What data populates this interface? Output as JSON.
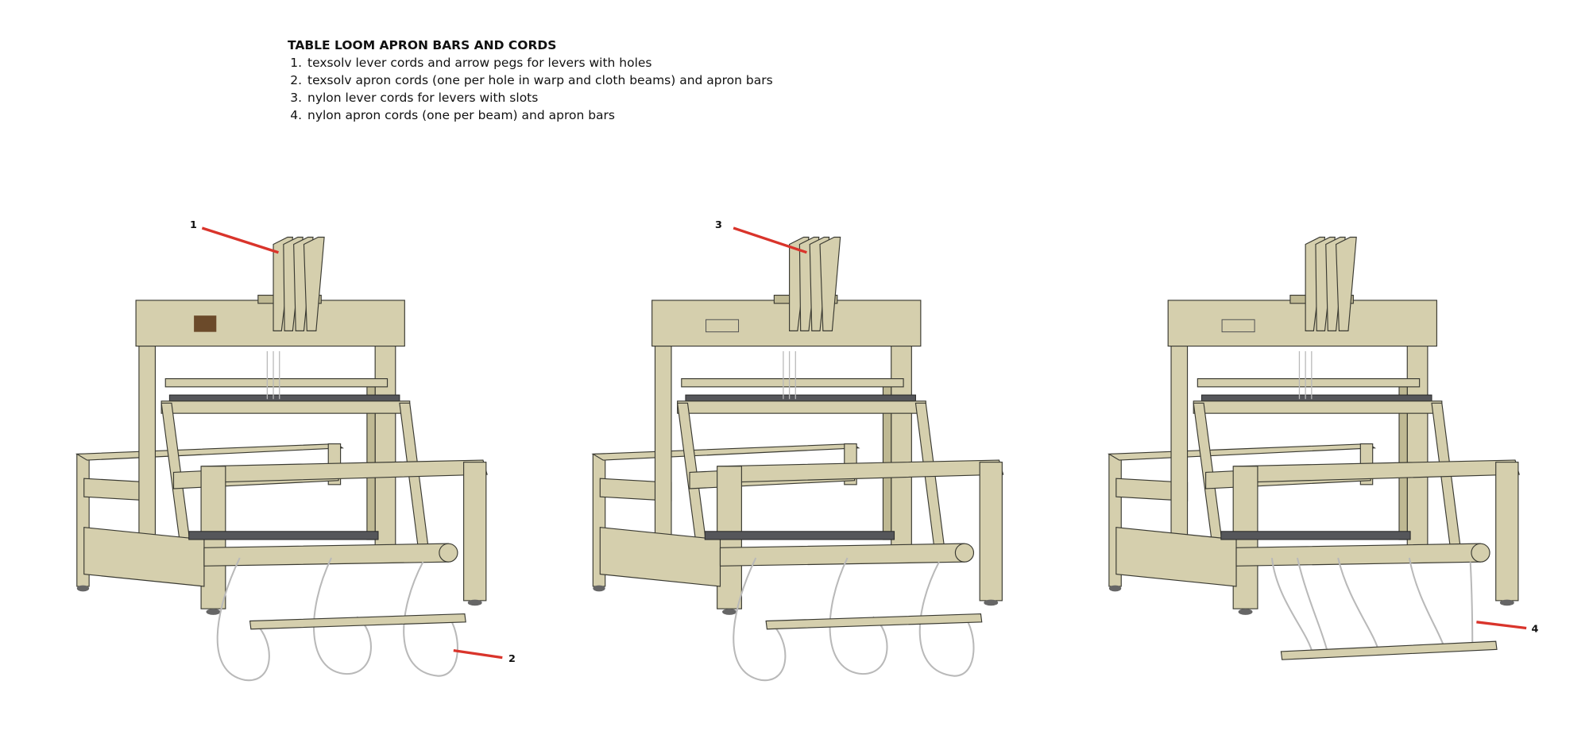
{
  "legend": {
    "title": "TABLE LOOM APRON BARS AND CORDS",
    "items": [
      "texsolv lever cords and arrow pegs for levers with holes",
      "texsolv apron cords (one per hole in warp and cloth beams) and apron bars",
      "nylon lever cords for levers with slots",
      "nylon apron cords (one per beam) and apron bars"
    ]
  },
  "callouts": {
    "c1": "1",
    "c2": "2",
    "c3": "3",
    "c4": "4"
  },
  "colors": {
    "wood": "#d5cfad",
    "callout_line": "#d9342b",
    "cord": "#b9b9b9"
  }
}
